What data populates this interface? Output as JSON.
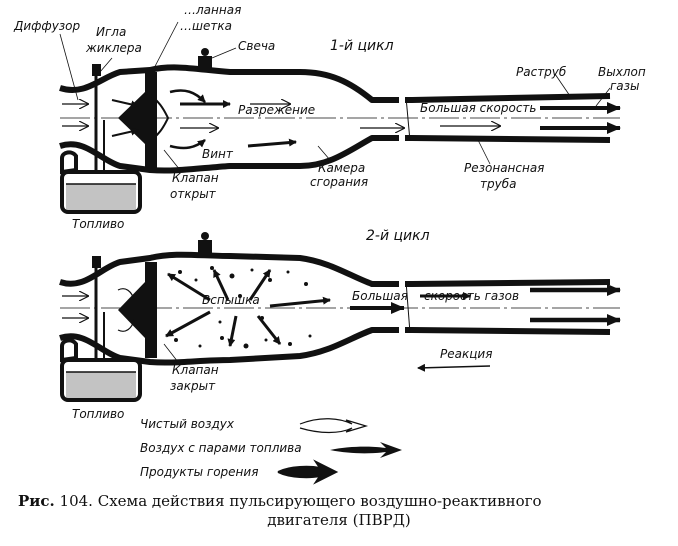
{
  "cycle1": {
    "title": "1-й цикл",
    "labels": {
      "diffuser": "Диффузор",
      "jet_needle_1": "Игла",
      "jet_needle_2": "жиклера",
      "grille_1": "…ланная",
      "grille_2": "…шетка",
      "spark_plug": "Свеча",
      "nozzle": "Раструб",
      "exhaust_1": "Выхлоп",
      "exhaust_2": "газы",
      "vacuum": "Разрежение",
      "high_speed": "Большая скорость",
      "screw": "Винт",
      "chamber_1": "Камера",
      "chamber_2": "сгорания",
      "resonance_1": "Резонансная",
      "resonance_2": "труба",
      "valve_1": "Клапан",
      "valve_2": "открыт",
      "fuel": "Топливо"
    }
  },
  "cycle2": {
    "title": "2-й цикл",
    "labels": {
      "flash": "Вспышка",
      "high_gas_speed_1": "Большая",
      "high_gas_speed_2": "скорость газов",
      "reaction": "Реакция",
      "valve_1": "Клапан",
      "valve_2": "закрыт",
      "fuel": "Топливо"
    }
  },
  "legend": {
    "items": [
      {
        "label": "Чистый воздух",
        "style": "outline"
      },
      {
        "label": "Воздух с парами топлива",
        "style": "filled"
      },
      {
        "label": "Продукты горения",
        "style": "thick"
      }
    ]
  },
  "caption": {
    "prefix": "Рис.",
    "number": "104.",
    "line1": "Схема действия пульсирующего воздушно-реактивного",
    "line2": "двигателя (ПВРД)"
  }
}
